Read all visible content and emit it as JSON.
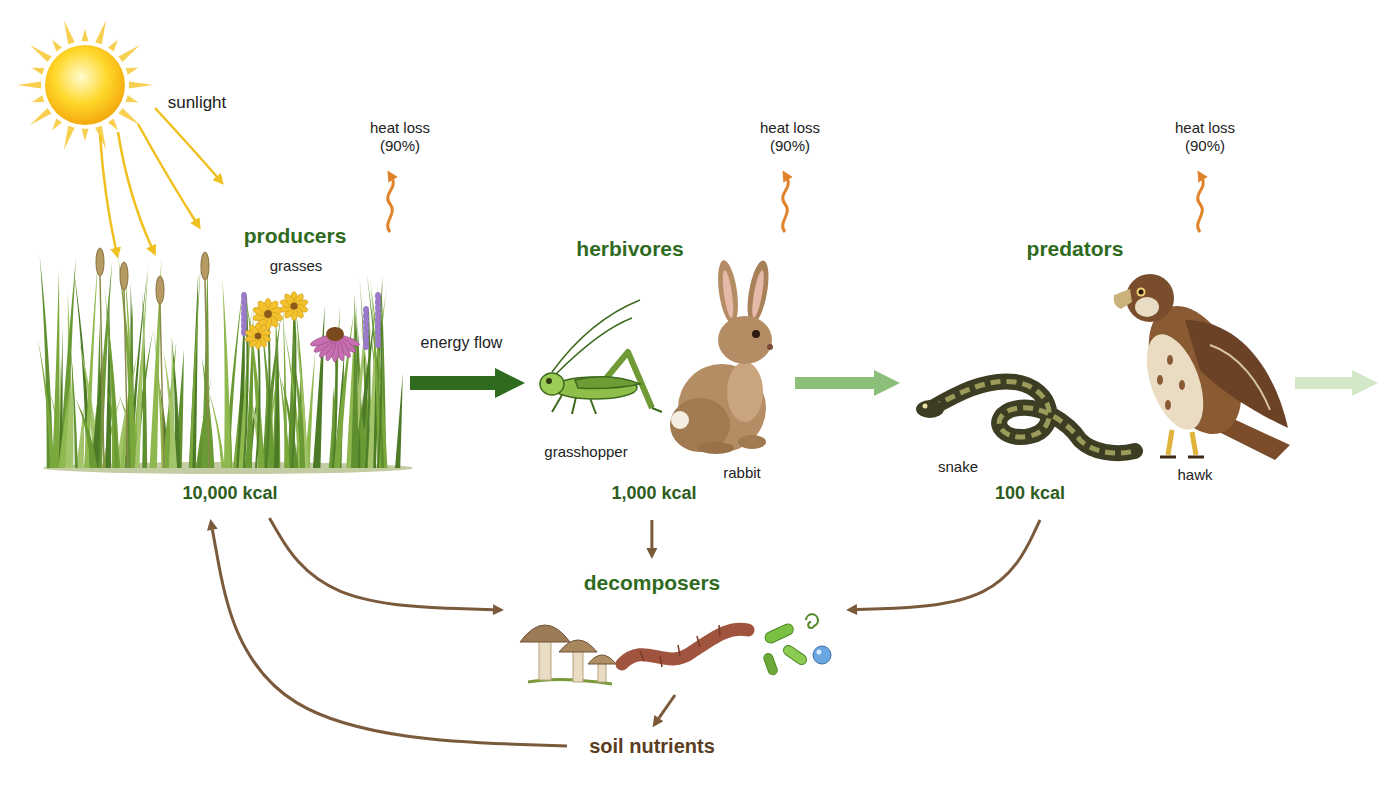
{
  "diagram": {
    "nodes": [
      {
        "text": [
          "producers",
          "grasses",
          "10,000 kcal"
        ]
      },
      {
        "text": [
          "herbivores",
          "grasshopper",
          "rabbit",
          "1,000 kcal"
        ]
      },
      {
        "text": [
          "predators",
          "snake",
          "hawk",
          "100 kcal"
        ]
      },
      {
        "text": [
          "decomposers"
        ]
      },
      {
        "text": [
          "soil nutrients"
        ]
      }
    ],
    "edges": [
      {
        "from": 0,
        "to": 1,
        "arrow": "to",
        "label": "energy flow"
      },
      {
        "from": 1,
        "to": 2,
        "arrow": "to"
      },
      {
        "from": 0,
        "to": 3,
        "arrow": "to"
      },
      {
        "from": 1,
        "to": 3,
        "arrow": "to"
      },
      {
        "from": 2,
        "to": 3,
        "arrow": "to"
      },
      {
        "from": 3,
        "to": 4,
        "arrow": "to"
      },
      {
        "from": 4,
        "to": 0,
        "arrow": "to"
      }
    ],
    "labels": [
      "sunlight",
      "heat loss (90%)",
      "heat loss (90%)",
      "heat loss (90%)"
    ]
  }
}
